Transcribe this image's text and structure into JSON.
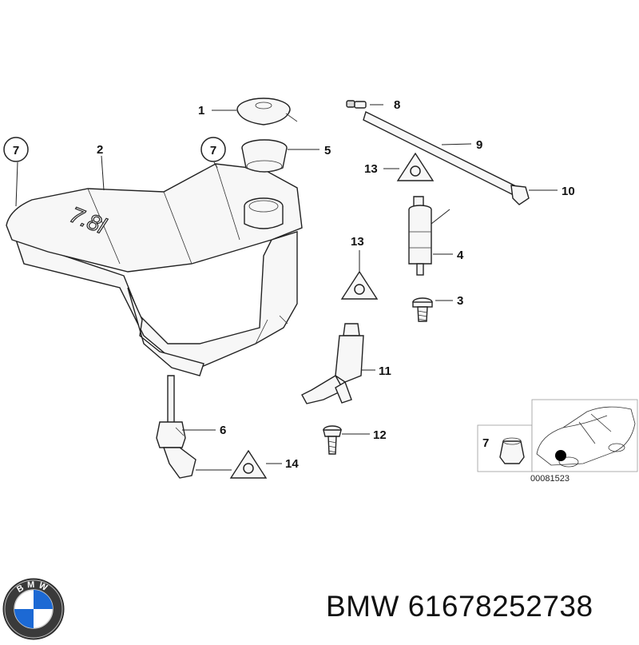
{
  "diagram": {
    "tank_label": "7.8l",
    "reference_code": "00081523",
    "callouts": {
      "c1": "1",
      "c2": "2",
      "c3": "3",
      "c4": "4",
      "c5": "5",
      "c6": "6",
      "c8": "8",
      "c9": "9",
      "c10": "10",
      "c11": "11",
      "c12": "12",
      "c13a": "13",
      "c13b": "13",
      "c14": "14",
      "c7inset": "7"
    },
    "circled_callouts": {
      "c7a": "7",
      "c7b": "7"
    }
  },
  "footer": {
    "brand": "BMW",
    "part_number": "61678252738",
    "logo_letters": "BMW"
  },
  "colors": {
    "line": "#222222",
    "fill": "#f7f7f7",
    "logo_blue": "#1c69d4"
  }
}
